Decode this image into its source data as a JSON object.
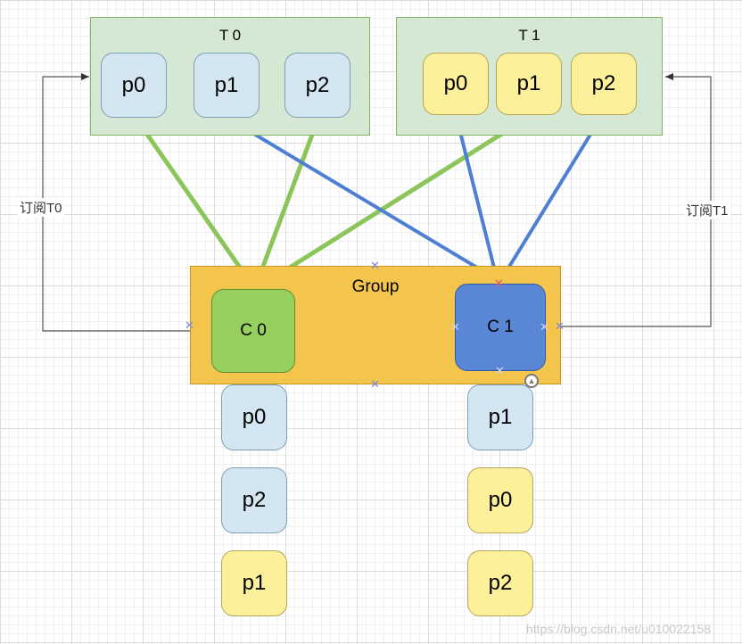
{
  "topics": [
    {
      "title": "T 0",
      "partitions": [
        "p0",
        "p1",
        "p2"
      ]
    },
    {
      "title": "T 1",
      "partitions": [
        "p0",
        "p1",
        "p2"
      ]
    }
  ],
  "group": {
    "title": "Group",
    "consumers": [
      {
        "label": "C 0",
        "assigned": [
          "p0",
          "p2",
          "p1"
        ]
      },
      {
        "label": "C 1",
        "assigned": [
          "p1",
          "p0",
          "p2"
        ]
      }
    ]
  },
  "subscriptions": {
    "left": "订阅T0",
    "right": "订阅T1"
  },
  "watermark": "https://blog.csdn.net/u010022158",
  "colors": {
    "topic_fill": "#d5e8d4",
    "t0_partition": "#d4e6f1",
    "t1_partition": "#fdf09a",
    "group_fill": "#f4c54d",
    "c0_fill": "#97d05e",
    "c1_fill": "#5a86d6",
    "green_arrow": "#8cc55a",
    "blue_arrow": "#4f7fd3"
  },
  "icons": {
    "selection_handle": "x-mark-icon",
    "rotate_handle": "rotate-handle-icon"
  }
}
